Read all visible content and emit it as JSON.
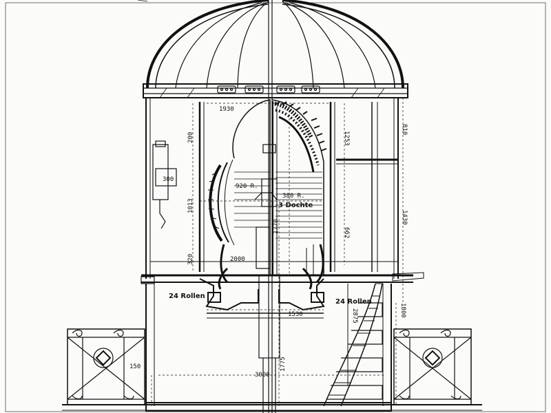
{
  "drawing": {
    "labels": {
      "bearings_left": "24 Rollen",
      "bearings_right": "24 Rollen",
      "ring_height_left": "200",
      "lower_left_dim": "320",
      "cabinet_dim": "300",
      "wall_height_left": "1013",
      "lantern_width_top": "1930",
      "lens_height_upper": "1253",
      "lantern_height_main": "1430",
      "roof_height_right": "810",
      "lens_height_right": "662",
      "lens_width_lower": "2000",
      "wick_note": "3 Dochte",
      "radius_label": "380 R.",
      "lens_radius": "920 R.",
      "center_height": "1770",
      "base_width": "1530",
      "stair_height": "2875",
      "shaft_height": "1775",
      "gallery_height_right": "1800",
      "railing_dim": "150",
      "tower_width": "3000"
    }
  }
}
